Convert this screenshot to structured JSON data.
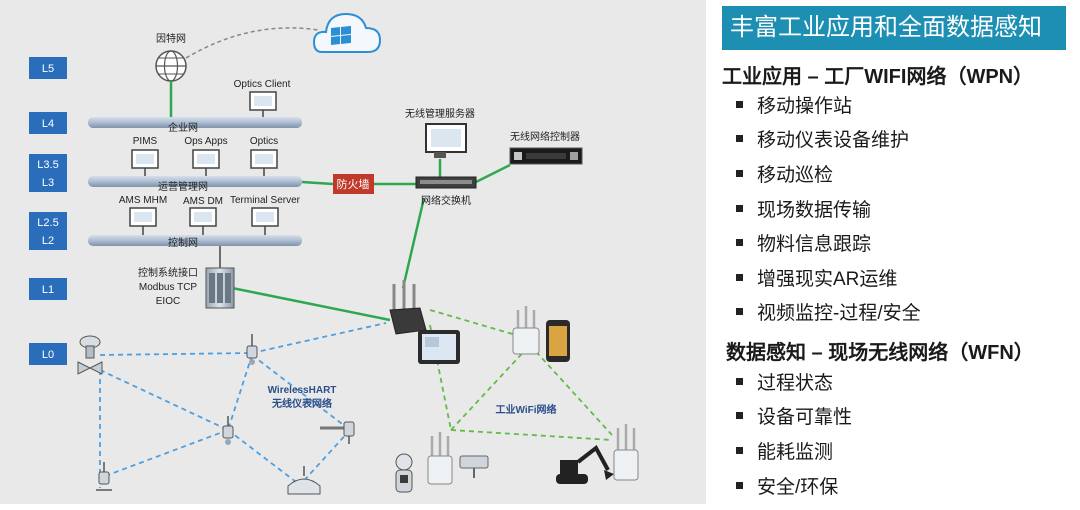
{
  "diagram": {
    "levels": [
      "L5",
      "L4",
      "L3.5",
      "L3",
      "L2.5",
      "L2",
      "L1",
      "L0"
    ],
    "internet_label": "因特网",
    "optics_client_label": "Optics Client",
    "enterprise_net_label": "企业网",
    "ops_labels": [
      "PIMS",
      "Ops Apps",
      "Optics"
    ],
    "ops_net_label": "运营管理网",
    "ctrl_app_labels": [
      "AMS MHM",
      "AMS DM",
      "Terminal Server"
    ],
    "control_net_label": "控制网",
    "firewall_label": "防火墙",
    "wireless_server_label": "无线管理服务器",
    "wireless_controller_label": "无线网络控制器",
    "switch_label": "网络交换机",
    "interface_label_lines": [
      "控制系统接口",
      "Modbus TCP",
      "EIOC"
    ],
    "wirelesshart_label_lines": [
      "WirelessHART",
      "无线仪表网络"
    ],
    "wifi_label": "工业WiFi网络",
    "colors": {
      "level_box": "#2a6ebb",
      "bus": "#a9b9cc",
      "green_link": "#2ea84f",
      "dashed_blue": "#4d9fe0",
      "dashed_green": "#62bb46",
      "firewall": "#c0392b",
      "cloud": "#2b8fd6"
    }
  },
  "panel": {
    "title": "丰富工业应用和全面数据感知",
    "section1": {
      "title": "工业应用 – 工厂WIFI网络（WPN）",
      "items": [
        "移动操作站",
        "移动仪表设备维护",
        "移动巡检",
        "现场数据传输",
        "物料信息跟踪",
        "增强现实AR运维",
        "视频监控-过程/安全"
      ]
    },
    "section2": {
      "title": "数据感知 – 现场无线网络（WFN）",
      "items": [
        "过程状态",
        "设备可靠性",
        "能耗监测",
        "安全/环保"
      ]
    }
  }
}
